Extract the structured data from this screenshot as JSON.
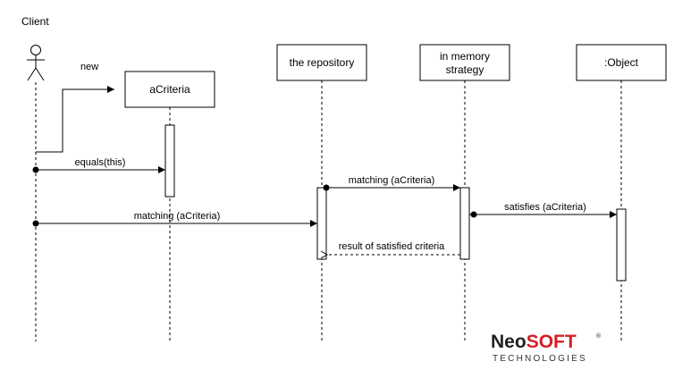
{
  "actor": {
    "label": "Client"
  },
  "objects": {
    "criteria": "aCriteria",
    "repository": "the repository",
    "strategy_line1": "in memory",
    "strategy_line2": "strategy",
    "object": ":Object"
  },
  "messages": {
    "create": "new",
    "equals": "equals(this)",
    "matching_client": "matching (aCriteria)",
    "matching_repo": "matching (aCriteria)",
    "satisfies": "satisfies (aCriteria)",
    "result": "result of satisfied criteria"
  },
  "logo": {
    "brand_part1": "Neo",
    "brand_part2": "SOFT",
    "registered": "®",
    "subtitle": "TECHNOLOGIES",
    "accent_color": "#d42027"
  }
}
